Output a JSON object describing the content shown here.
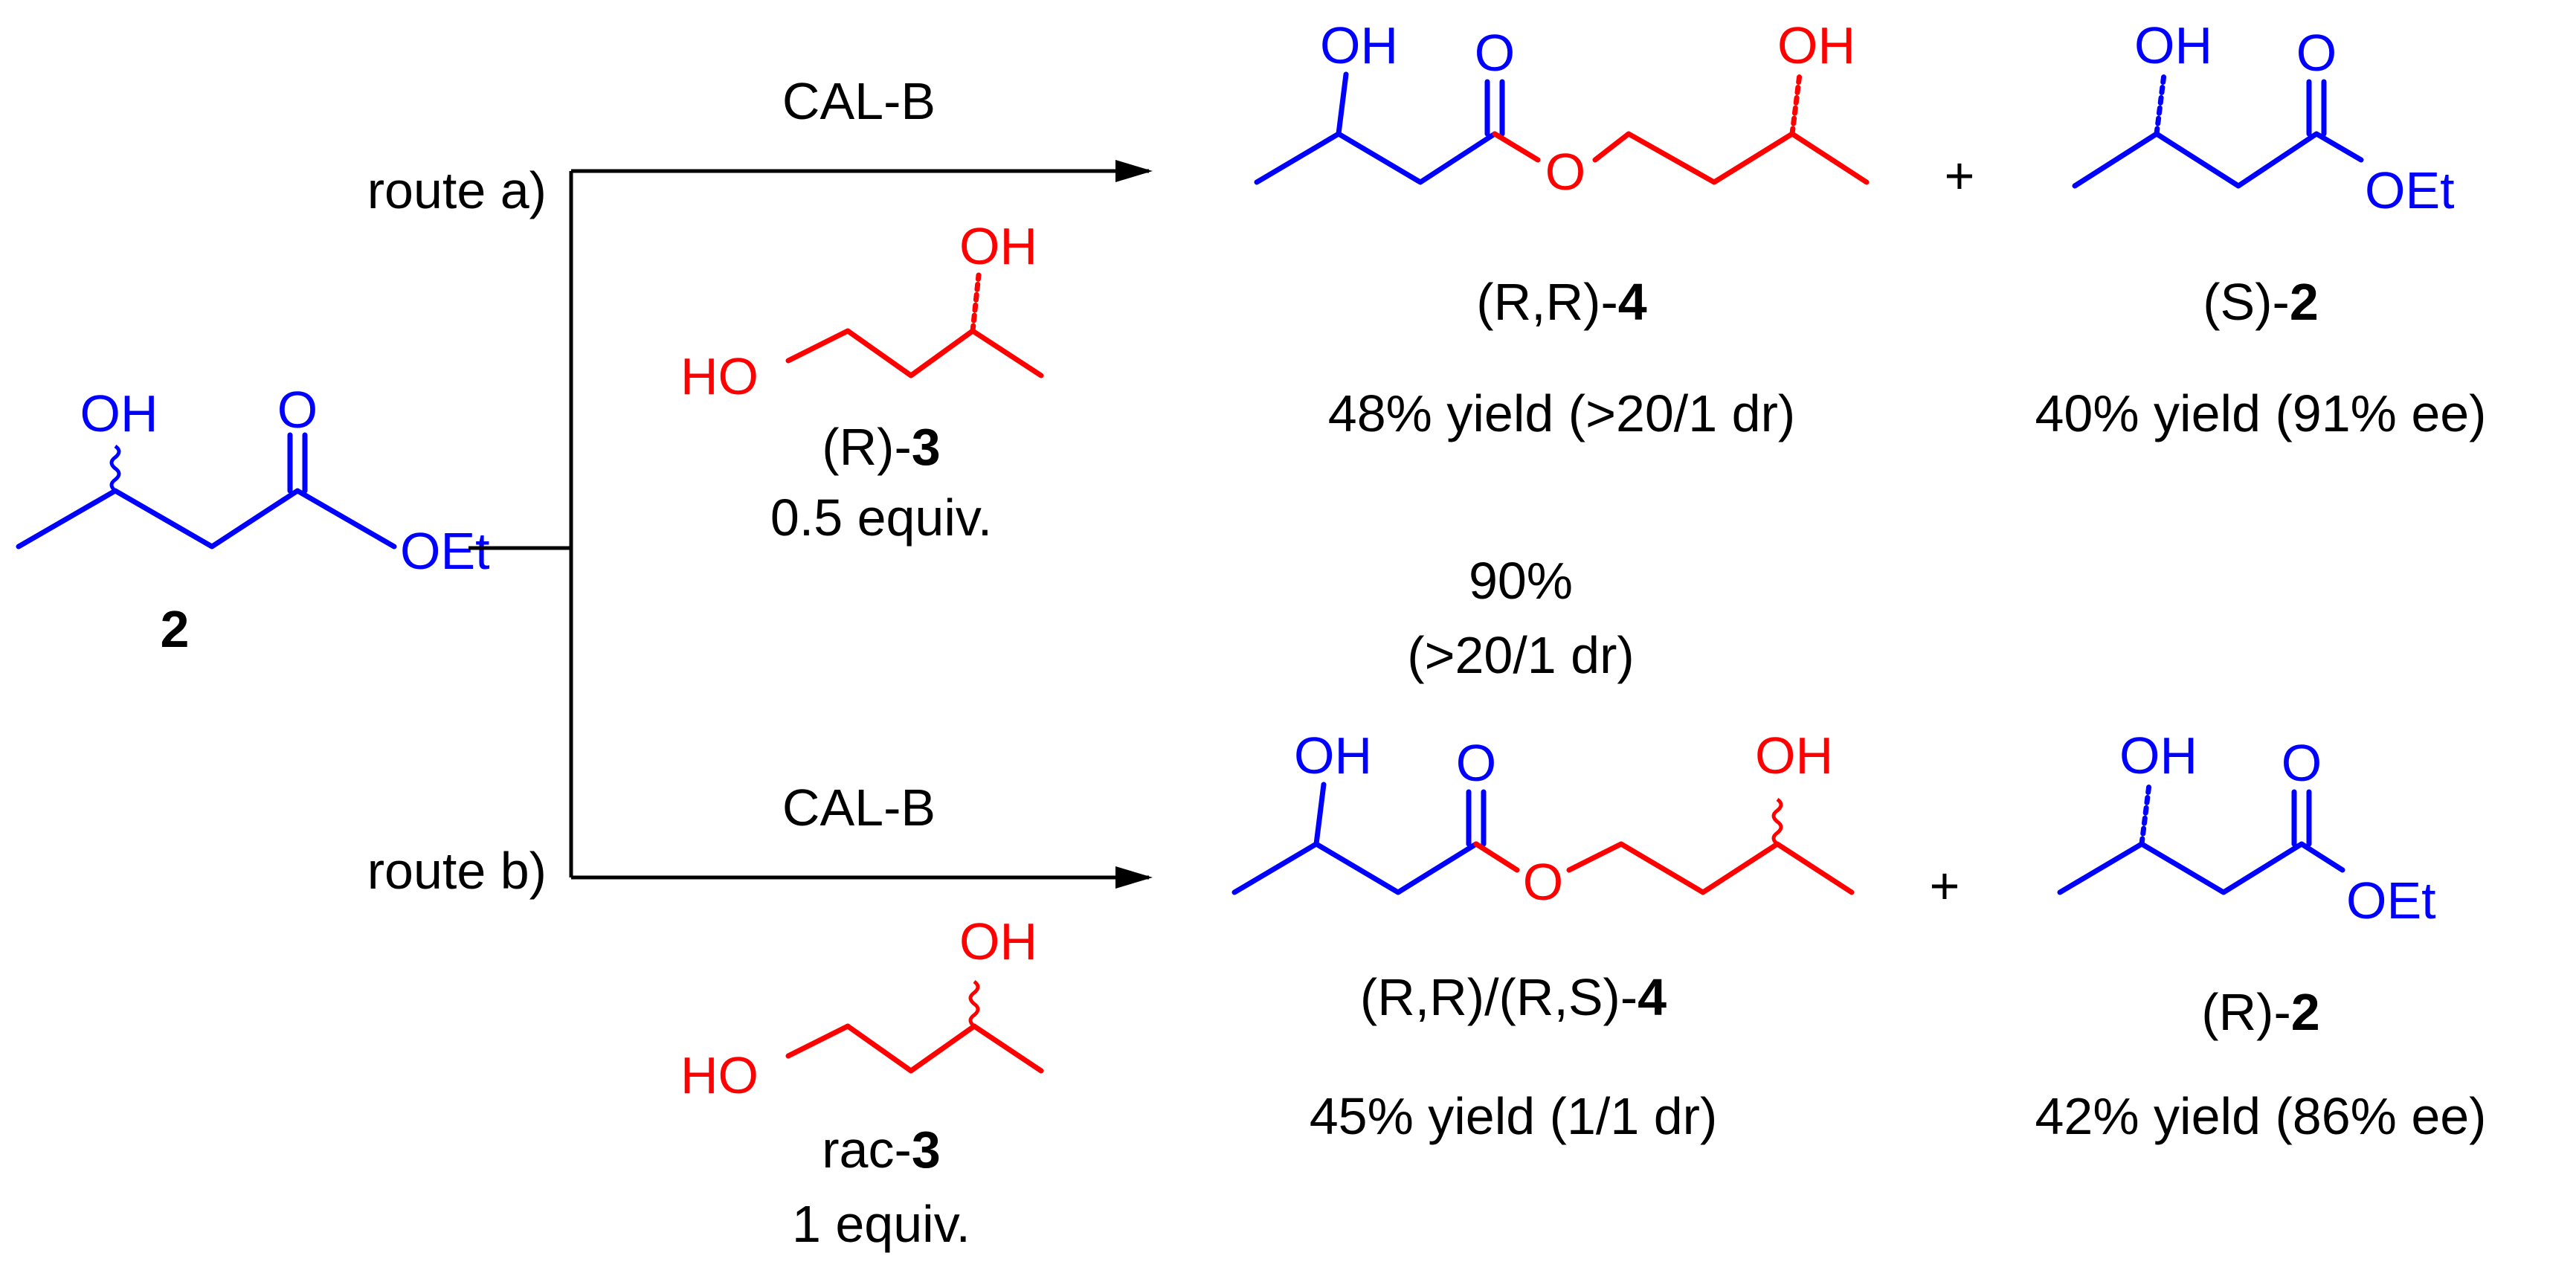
{
  "colors": {
    "substrate": "#0000ff",
    "diol": "#ff0000",
    "text": "#000000"
  },
  "atoms": {
    "oh": "OH",
    "ho": "HO",
    "o": "O",
    "oet": "OEt"
  },
  "start": {
    "compound": "2"
  },
  "route_a": {
    "label": "route a)",
    "catalyst": "CAL-B",
    "reagent_prefix": "(R)-",
    "reagent_num": "3",
    "reagent_equiv": "0.5 equiv.",
    "product_prefix": "(R,R)-",
    "product_num": "4",
    "product_yield": "48% yield (>20/1 dr)",
    "plus": "+",
    "byproduct_prefix": "(S)-",
    "byproduct_num": "2",
    "byproduct_yield": "40% yield (91% ee)"
  },
  "middle": {
    "line1": "90%",
    "line2": "(>20/1 dr)"
  },
  "route_b": {
    "label": "route b)",
    "catalyst": "CAL-B",
    "reagent_prefix": "rac-",
    "reagent_num": "3",
    "reagent_equiv": "1 equiv.",
    "product_prefix": "(R,R)/(R,S)-",
    "product_num": "4",
    "product_yield": "45% yield (1/1 dr)",
    "plus": "+",
    "byproduct_prefix": "(R)-",
    "byproduct_num": "2",
    "byproduct_yield": "42% yield (86% ee)"
  }
}
